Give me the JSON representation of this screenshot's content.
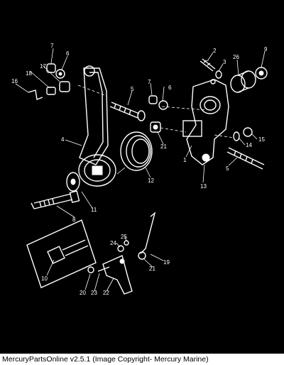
{
  "footer_text": "MercuryPartsOnline v2.5.1 (Image Copyright- Mercury Marine)",
  "callouts": [
    {
      "id": "c1",
      "text": "1"
    },
    {
      "id": "c2",
      "text": "2"
    },
    {
      "id": "c3",
      "text": "3"
    },
    {
      "id": "c4",
      "text": "4"
    },
    {
      "id": "c5a",
      "text": "5"
    },
    {
      "id": "c5b",
      "text": "5"
    },
    {
      "id": "c6a",
      "text": "6"
    },
    {
      "id": "c6b",
      "text": "6"
    },
    {
      "id": "c7a",
      "text": "7"
    },
    {
      "id": "c7b",
      "text": "7"
    },
    {
      "id": "c8",
      "text": "8"
    },
    {
      "id": "c9",
      "text": "9"
    },
    {
      "id": "c10",
      "text": "10"
    },
    {
      "id": "c11",
      "text": "11"
    },
    {
      "id": "c12",
      "text": "12"
    },
    {
      "id": "c13",
      "text": "13"
    },
    {
      "id": "c14",
      "text": "14"
    },
    {
      "id": "c15",
      "text": "15"
    },
    {
      "id": "c16",
      "text": "16"
    },
    {
      "id": "c17",
      "text": "17"
    },
    {
      "id": "c18",
      "text": "18"
    },
    {
      "id": "c19",
      "text": "19"
    },
    {
      "id": "c20",
      "text": "20"
    },
    {
      "id": "c21a",
      "text": "21"
    },
    {
      "id": "c21b",
      "text": "21"
    },
    {
      "id": "c22",
      "text": "22"
    },
    {
      "id": "c23",
      "text": "23"
    },
    {
      "id": "c24",
      "text": "24"
    },
    {
      "id": "c25",
      "text": "25"
    },
    {
      "id": "c26",
      "text": "26"
    }
  ]
}
